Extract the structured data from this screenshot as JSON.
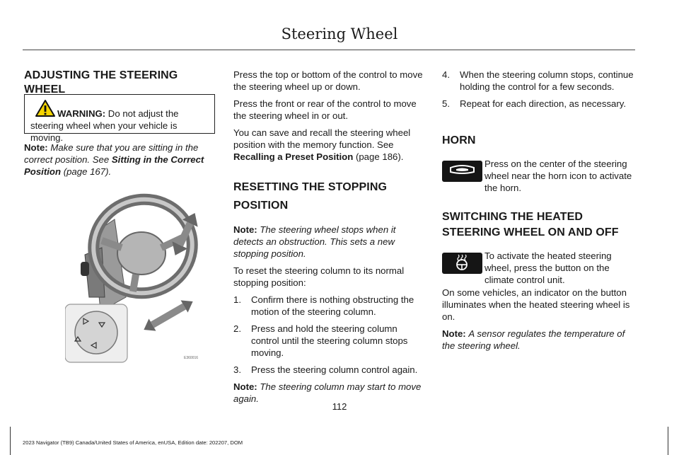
{
  "header": {
    "title": "Steering Wheel"
  },
  "col1": {
    "heading": "ADJUSTING THE STEERING WHEEL",
    "warning": {
      "label": "WARNING:",
      "text": " Do not adjust the steering wheel when your vehicle is moving."
    },
    "note": {
      "label": "Note:",
      "text1": " Make sure that you are sitting in the correct position. See ",
      "link": "Sitting in the Correct Position",
      "page": " (page 167)."
    },
    "image_code": "E360016"
  },
  "col2": {
    "p1": "Press the top or bottom of the control to move the steering wheel up or down.",
    "p2": "Press the front or rear of the control to move the steering wheel in or out.",
    "p3a": "You can save and recall the steering wheel position with the memory function. See ",
    "p3link": "Recalling a Preset Position",
    "p3b": " (page 186).",
    "heading1": "RESETTING THE STOPPING",
    "heading2": "POSITION",
    "note1": {
      "label": "Note:",
      "text": "The steering wheel stops when it detects an obstruction. This sets a new stopping position."
    },
    "intro": "To reset the steering column to its normal stopping position:",
    "steps": [
      {
        "num": "1.",
        "text": "Confirm there is nothing obstructing the motion of the steering column."
      },
      {
        "num": "2.",
        "text": "Press and hold the steering column control until the steering column stops moving."
      },
      {
        "num": "3.",
        "text": "Press the steering column control again."
      }
    ],
    "note2": {
      "label": "Note:",
      "text": "The steering column may start to move again."
    }
  },
  "col3": {
    "steps": [
      {
        "num": "4.",
        "text": "When the steering column stops, continue holding the control for a few seconds."
      },
      {
        "num": "5.",
        "text": "Repeat for each direction, as necessary."
      }
    ],
    "horn_heading": "HORN",
    "horn_text": "Press on the center of the steering wheel near the horn icon to activate the horn.",
    "heat_heading1": "SWITCHING THE HEATED",
    "heat_heading2": "STEERING WHEEL ON AND OFF",
    "heat_text": "To activate the heated steering wheel, press the button on the climate control unit.",
    "p_indicator": "On some vehicles, an indicator on the button illuminates when the heated steering wheel is on.",
    "note": {
      "label": "Note:",
      "text": "A sensor regulates the temperature of the steering wheel."
    }
  },
  "page_number": "112",
  "footer": "2023 Navigator (TB9) Canada/United States of America, enUSA, Edition date: 202207, DOM"
}
